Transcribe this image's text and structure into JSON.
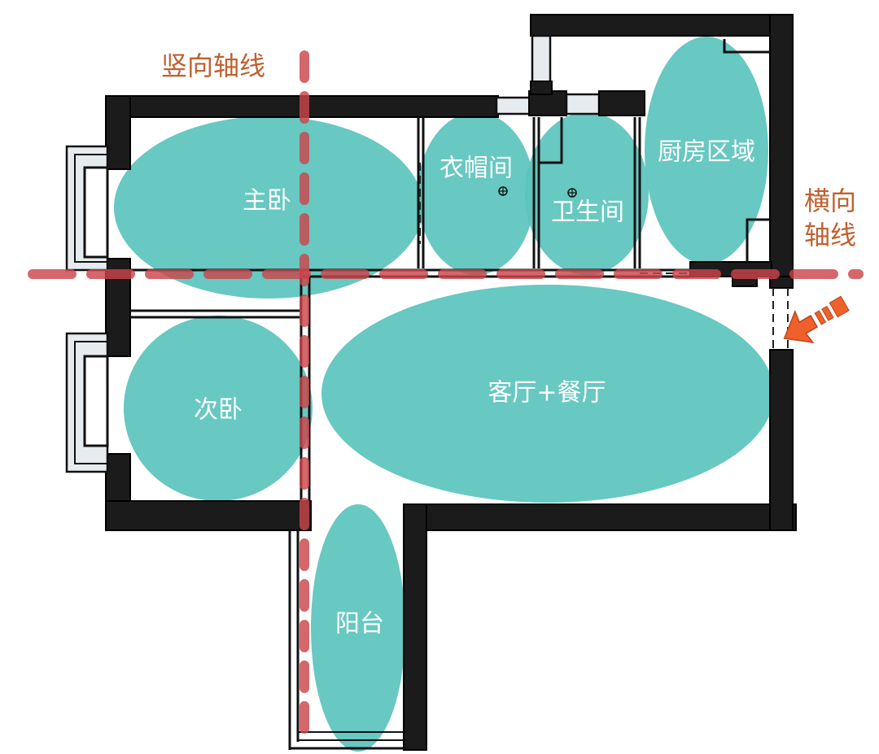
{
  "diagram": {
    "type": "floor-plan",
    "colors": {
      "zone_fill": "#5cc4bd",
      "zone_text": "#ffffff",
      "axis_line": "#c9454b",
      "axis_label": "#c0602f",
      "entry_arrow": "#f0602a",
      "wall": "#1b1b1b"
    },
    "axes": {
      "vertical": {
        "label": "竖向轴线"
      },
      "horizontal": {
        "label_line1": "横向",
        "label_line2": "轴线"
      }
    },
    "zones": [
      {
        "id": "master-bedroom",
        "label": "主卧"
      },
      {
        "id": "closet",
        "label": "衣帽间"
      },
      {
        "id": "bathroom",
        "label": "卫生间"
      },
      {
        "id": "kitchen",
        "label": "厨房区域"
      },
      {
        "id": "second-bedroom",
        "label": "次卧"
      },
      {
        "id": "living-dining",
        "label": "客厅+餐厅"
      },
      {
        "id": "balcony",
        "label": "阳台"
      }
    ],
    "entry": {
      "icon": "entry-arrow-icon"
    }
  }
}
